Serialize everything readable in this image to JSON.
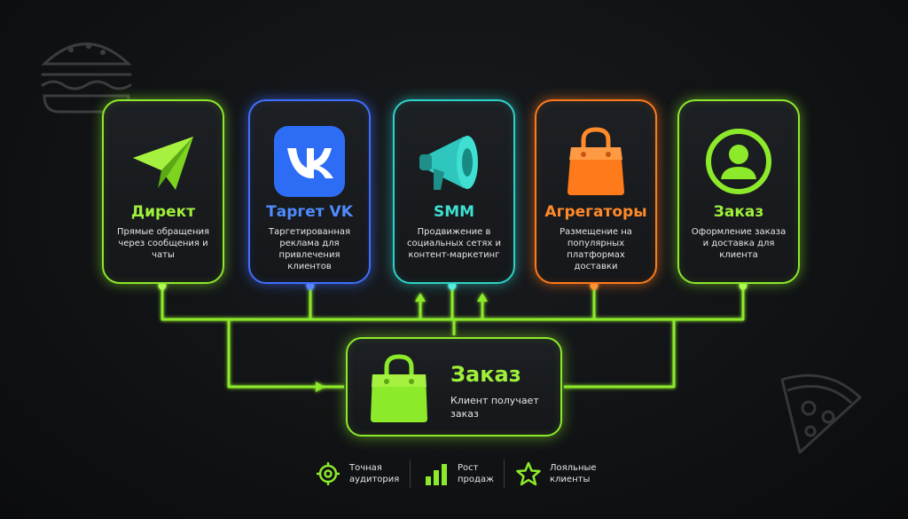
{
  "channels": [
    {
      "title": "Директ",
      "desc": "Прямые обращения через сообщения и чаты",
      "color": "#8dea2a",
      "icon": "paper-plane-icon"
    },
    {
      "title": "Таргет VK",
      "desc": "Таргетированная реклама для привлечения клиентов",
      "color": "#3f6fff",
      "icon": "vk-logo-icon"
    },
    {
      "title": "SMM",
      "desc": "Продвижение в социальных сетях и контент-маркетинг",
      "color": "#2fd2c8",
      "icon": "megaphone-icon"
    },
    {
      "title": "Агрегаторы",
      "desc": "Размещение на популярных платформах доставки",
      "color": "#ff7a1a",
      "icon": "shopping-bag-icon"
    },
    {
      "title": "Заказ",
      "desc": "Оформление заказа и доставка для клиента",
      "color": "#8dea2a",
      "icon": "user-icon"
    }
  ],
  "order": {
    "title": "Заказ",
    "desc": "Клиент получает заказ",
    "icon": "shopping-bag-icon"
  },
  "legend": [
    {
      "label": "Точная аудитория",
      "icon": "target-icon"
    },
    {
      "label": "Рост продаж",
      "icon": "bar-chart-icon"
    },
    {
      "label": "Лояльные клиенты",
      "icon": "star-icon"
    }
  ],
  "decorations": [
    "burger-icon",
    "pizza-icon"
  ],
  "colors": {
    "accent": "#8dea2a",
    "background": "#111315"
  }
}
